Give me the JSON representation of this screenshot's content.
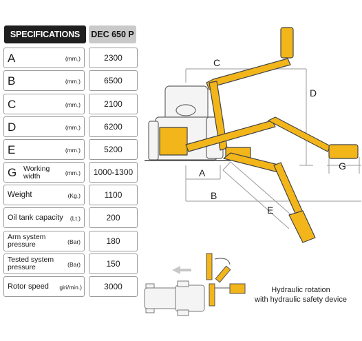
{
  "header": {
    "spec_label": "SPECIFICATIONS",
    "model_label": "DEC 650 P"
  },
  "rows": [
    {
      "key": "A",
      "unit": "(mm.)",
      "value": "2300"
    },
    {
      "key": "B",
      "unit": "(mm.)",
      "value": "6500"
    },
    {
      "key": "C",
      "unit": "(mm.)",
      "value": "2100"
    },
    {
      "key": "D",
      "unit": "(mm.)",
      "value": "6200"
    },
    {
      "key": "E",
      "unit": "(mm.)",
      "value": "5200"
    },
    {
      "key": "G",
      "sub": "Working width",
      "unit": "(mm.)",
      "value": "1000-1300"
    },
    {
      "label": "Weight",
      "unit": "(Kg.)",
      "value": "1100"
    },
    {
      "label": "Oil tank capacity",
      "unit": "(Lt.)",
      "value": "200"
    },
    {
      "label": "Arm system pressure",
      "unit": "(Bar)",
      "value": "180"
    },
    {
      "label": "Tested system pressure",
      "unit": "(Bar)",
      "value": "150"
    },
    {
      "label": "Rotor speed",
      "unit": "giri/min.)",
      "value": "3000"
    }
  ],
  "diagram": {
    "labels": {
      "A": "A",
      "B": "B",
      "C": "C",
      "D": "D",
      "E": "E",
      "G": "G"
    }
  },
  "colors": {
    "machine_yellow": "#f2b51a",
    "outline": "#555555",
    "header_dark": "#1f1f1f",
    "header_grey": "#c9c9c9"
  },
  "caption": {
    "line1": "Hydraulic rotation",
    "line2": "with hydraulic safety device"
  }
}
